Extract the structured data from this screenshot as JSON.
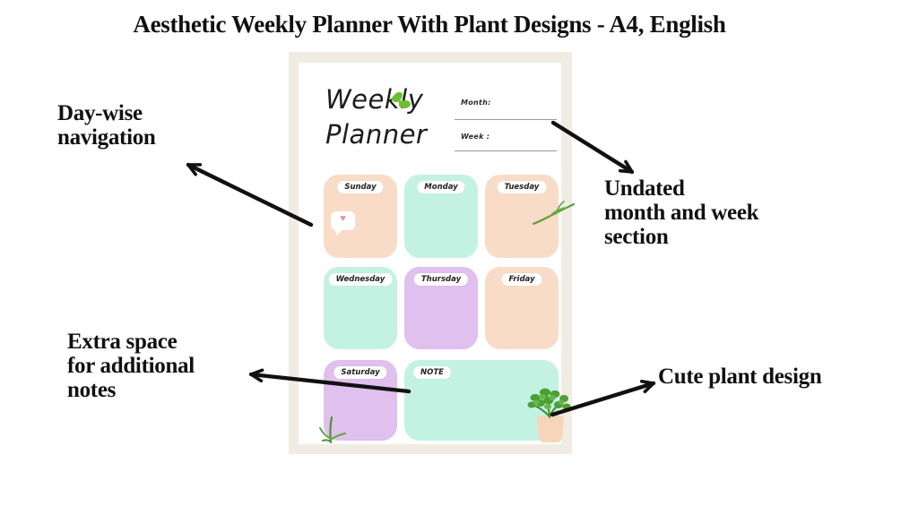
{
  "title": "Aesthetic Weekly Planner With Plant Designs - A4, English",
  "annotations": {
    "day_wise": "Day-wise\nnavigation",
    "undated": "Undated\nmonth and week\nsection",
    "extra_space": "Extra space\nfor additional\nnotes",
    "cute_plant": "Cute plant design"
  },
  "planner": {
    "logo_line1": "Weekly",
    "logo_line2": "Planner",
    "month_label": "Month:",
    "week_label": "Week :",
    "note_label": "NOTE",
    "note_bg": "#c3f2e2",
    "days": [
      {
        "label": "Sunday",
        "bg": "#f8dcc8"
      },
      {
        "label": "Monday",
        "bg": "#c3f2e2"
      },
      {
        "label": "Tuesday",
        "bg": "#f8dcc8"
      },
      {
        "label": "Wednesday",
        "bg": "#c3f2e2"
      },
      {
        "label": "Thursday",
        "bg": "#dfc0ee"
      },
      {
        "label": "Friday",
        "bg": "#f8dcc8"
      },
      {
        "label": "Saturday",
        "bg": "#dfc0ee"
      }
    ],
    "heart_symbol": "♥"
  },
  "colors": {
    "page_frame": "#f0ece4",
    "page": "#ffffff",
    "peach": "#f8dcc8",
    "mint": "#c3f2e2",
    "lavender": "#dfc0ee",
    "plant_green": "#4f9634",
    "logo_leaf_green": "#6cbf2f",
    "heart_pink": "#f08a9b",
    "arrow_black": "#111111"
  }
}
